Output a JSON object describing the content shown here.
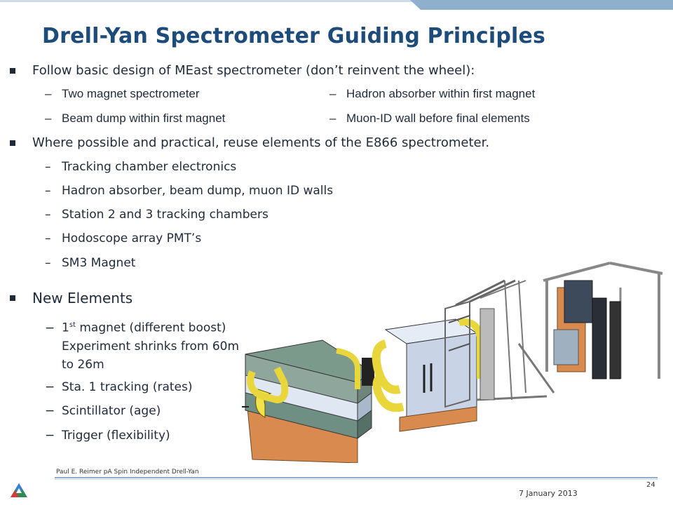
{
  "slide": {
    "title": "Drell-Yan Spectrometer Guiding Principles",
    "bullets": [
      {
        "text": "Follow basic design of MEast spectrometer (don’t reinvent the wheel):"
      },
      {
        "text": "Where possible and practical, reuse elements of the E866 spectrometer."
      },
      {
        "text": "New Elements"
      }
    ],
    "design_items": {
      "left": [
        "Two magnet spectrometer",
        "Beam dump within first magnet"
      ],
      "right": [
        "Hadron absorber within first magnet",
        "Muon-ID wall before final elements"
      ]
    },
    "reuse_items": [
      "Tracking chamber electronics",
      "Hadron absorber, beam dump, muon ID walls",
      "Station 2 and 3 tracking chambers",
      "Hodoscope array PMT’s",
      "SM3 Magnet"
    ],
    "new_items": {
      "first_prefix": "1",
      "first_sup": "st",
      "first_rest": " magnet (different boost)",
      "first_line2": "Experiment shrinks from 60m",
      "first_line3": "to 26m",
      "others": [
        "Sta. 1 tracking (rates)",
        "Scintillator (age)",
        "Trigger (flexibility)"
      ]
    }
  },
  "footer": {
    "author": "Paul E. Reimer pA Spin Independent Drell-Yan",
    "date": "7 January 2013",
    "page": "24"
  },
  "colors": {
    "title": "#1d4b7a",
    "topbar": "#8fb0cc",
    "magnet_coil": "#f2e34a",
    "magnet_top": "#7c9a8c",
    "absorber": "#d98a4e"
  }
}
